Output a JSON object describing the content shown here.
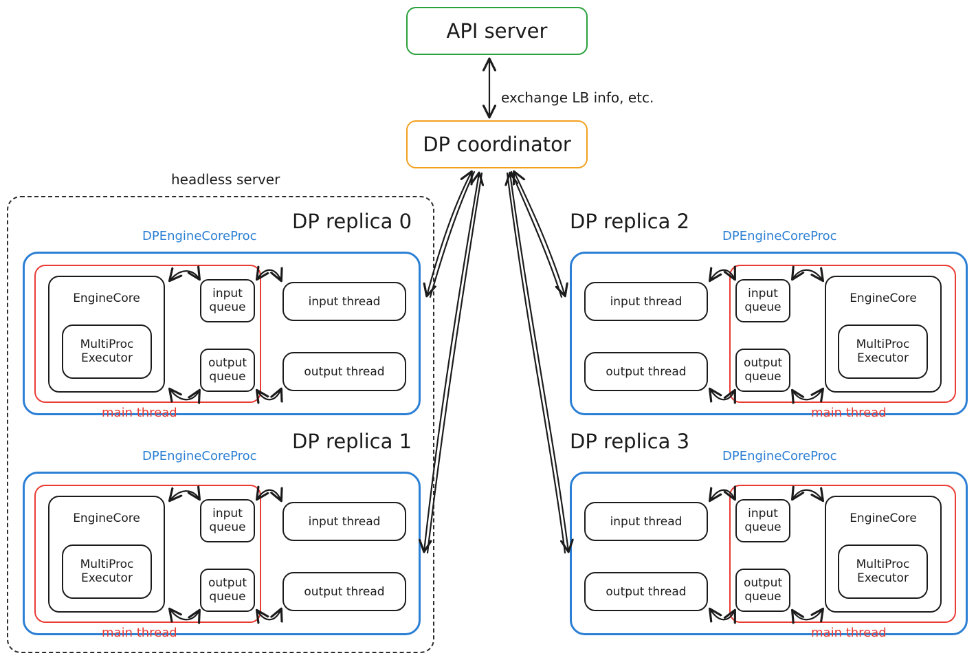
{
  "diagram": {
    "title_nodes": {
      "api_server": "API server",
      "dp_coordinator": "DP coordinator"
    },
    "edge_labels": {
      "api_to_coordinator": "exchange LB info, etc."
    },
    "group_labels": {
      "headless_server": "headless server"
    },
    "colors": {
      "api_server_border": "#2aa03c",
      "coordinator_border": "#f2a01e",
      "proc_border": "#2b7fd4",
      "main_thread_border": "#ea3b33",
      "node_border": "#1b1b1b",
      "headless_border": "#2b2b2b"
    },
    "common": {
      "proc_tag": "DPEngineCoreProc",
      "main_thread_tag": "main thread",
      "engine_core": "EngineCore",
      "multiproc_executor_line1": "MultiProc",
      "multiproc_executor_line2": "Executor",
      "input_queue_line1": "input",
      "input_queue_line2": "queue",
      "output_queue_line1": "output",
      "output_queue_line2": "queue",
      "input_thread": "input thread",
      "output_thread": "output thread"
    },
    "replicas": [
      {
        "title": "DP replica 0",
        "orientation": "engine-left",
        "inside_headless": true
      },
      {
        "title": "DP replica 1",
        "orientation": "engine-left",
        "inside_headless": true
      },
      {
        "title": "DP replica 2",
        "orientation": "engine-right",
        "inside_headless": false
      },
      {
        "title": "DP replica 3",
        "orientation": "engine-right",
        "inside_headless": false
      }
    ]
  }
}
